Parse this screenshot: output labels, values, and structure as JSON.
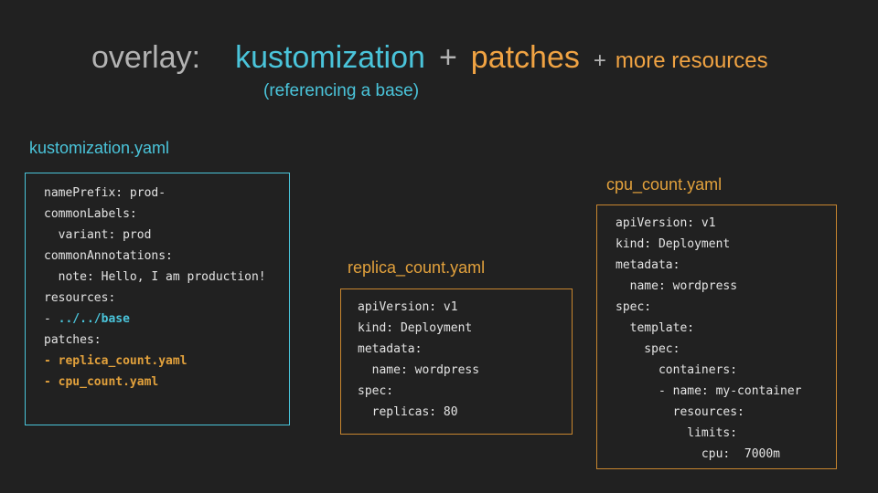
{
  "colors": {
    "background": "#212121",
    "cyan": "#4ac4da",
    "orange": "#e2a13c",
    "orange_bright": "#f0a343",
    "orange_border": "#c8862f",
    "gray": "#b3b3b3",
    "code_text": "#e3e3e3"
  },
  "title": {
    "segments": [
      {
        "text": "overlay:"
      },
      {
        "text": "kustomization"
      },
      {
        "text": "+"
      },
      {
        "text": "patches"
      },
      {
        "text": "+"
      },
      {
        "text": "more resources"
      }
    ],
    "subtitle": "(referencing a base)"
  },
  "boxes": [
    {
      "label": "kustomization.yaml",
      "accent": "cyan",
      "lines": [
        [
          {
            "t": "namePrefix: prod-",
            "c": "plain"
          }
        ],
        [
          {
            "t": "commonLabels:",
            "c": "plain"
          }
        ],
        [
          {
            "t": "  variant: prod",
            "c": "plain"
          }
        ],
        [
          {
            "t": "commonAnnotations:",
            "c": "plain"
          }
        ],
        [
          {
            "t": "  note: Hello, I am production!",
            "c": "plain"
          }
        ],
        [
          {
            "t": "resources:",
            "c": "plain"
          }
        ],
        [
          {
            "t": "- ",
            "c": "plain"
          },
          {
            "t": "../../base",
            "c": "cyan"
          }
        ],
        [
          {
            "t": "patches:",
            "c": "plain"
          }
        ],
        [
          {
            "t": "- replica_count.yaml",
            "c": "orange"
          }
        ],
        [
          {
            "t": "- cpu_count.yaml",
            "c": "orange"
          }
        ]
      ]
    },
    {
      "label": "replica_count.yaml",
      "accent": "orange",
      "lines": [
        [
          {
            "t": "apiVersion: v1",
            "c": "plain"
          }
        ],
        [
          {
            "t": "kind: Deployment",
            "c": "plain"
          }
        ],
        [
          {
            "t": "metadata:",
            "c": "plain"
          }
        ],
        [
          {
            "t": "  name: wordpress",
            "c": "plain"
          }
        ],
        [
          {
            "t": "spec:",
            "c": "plain"
          }
        ],
        [
          {
            "t": "  replicas: 80",
            "c": "plain"
          }
        ]
      ]
    },
    {
      "label": "cpu_count.yaml",
      "accent": "orange",
      "lines": [
        [
          {
            "t": "apiVersion: v1",
            "c": "plain"
          }
        ],
        [
          {
            "t": "kind: Deployment",
            "c": "plain"
          }
        ],
        [
          {
            "t": "metadata:",
            "c": "plain"
          }
        ],
        [
          {
            "t": "  name: wordpress",
            "c": "plain"
          }
        ],
        [
          {
            "t": "spec:",
            "c": "plain"
          }
        ],
        [
          {
            "t": "  template:",
            "c": "plain"
          }
        ],
        [
          {
            "t": "    spec:",
            "c": "plain"
          }
        ],
        [
          {
            "t": "      containers:",
            "c": "plain"
          }
        ],
        [
          {
            "t": "      - name: my-container",
            "c": "plain"
          }
        ],
        [
          {
            "t": "        resources:",
            "c": "plain"
          }
        ],
        [
          {
            "t": "          limits:",
            "c": "plain"
          }
        ],
        [
          {
            "t": "            cpu:  7000m",
            "c": "plain"
          }
        ]
      ]
    }
  ]
}
